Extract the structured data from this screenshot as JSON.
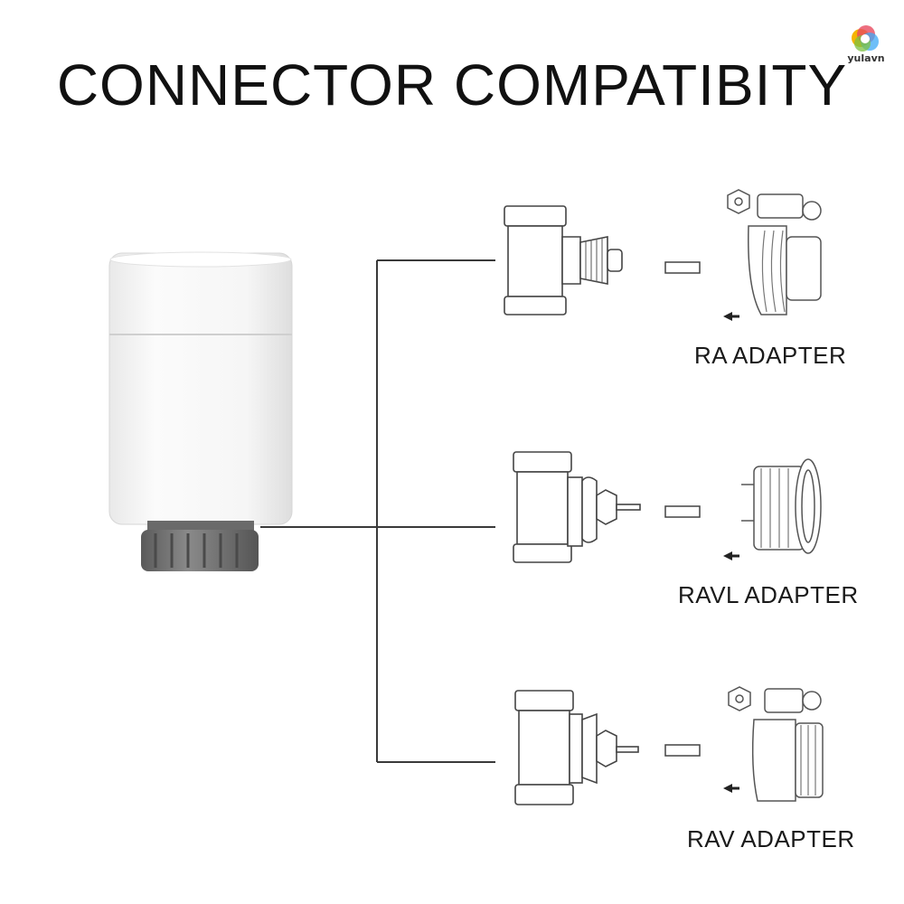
{
  "title": "CONNECTOR COMPATIBITY",
  "watermark": {
    "text": "yulavn"
  },
  "adapters": [
    {
      "label": "RA ADAPTER"
    },
    {
      "label": "RAVL ADAPTER"
    },
    {
      "label": "RAV ADAPTER"
    }
  ],
  "colors": {
    "text": "#111111",
    "line": "#3a3a3a",
    "device_body": "#f7f7f7",
    "device_nut": "#6e6e6e"
  }
}
